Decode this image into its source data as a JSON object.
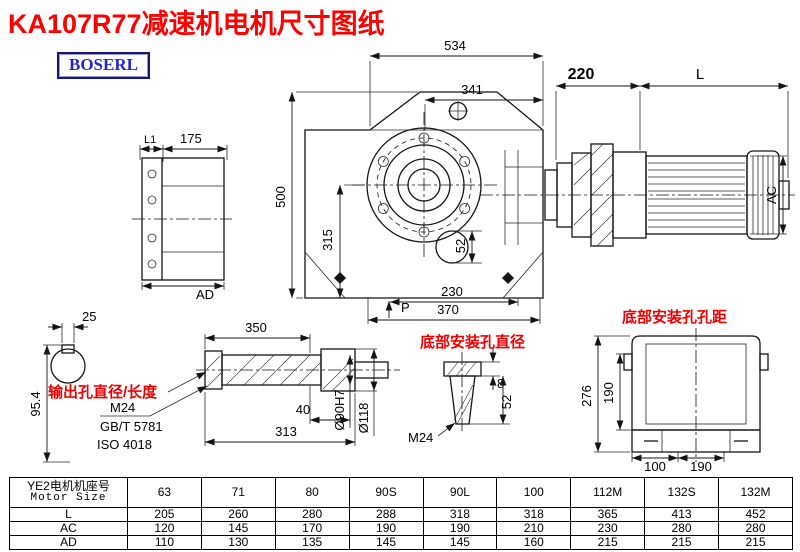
{
  "title": "KA107R77减速机电机尺寸图纸",
  "brand": {
    "logo_text": "BOSERL"
  },
  "colors": {
    "title_red": "#ff0000",
    "label_red": "#ee0000",
    "logo_blue": "#2525c8",
    "line": "#141414"
  },
  "main_view": {
    "dim_total_width": "534",
    "dim_flange_offset": "341",
    "dim_adapter_length": "220",
    "dim_motor_length": "L",
    "dim_height": "500",
    "dim_center_height": "315",
    "dim_inner": "52",
    "dim_foot_width": "230",
    "dim_base_width": "370",
    "label_p": "P",
    "dim_motor_dia": "AC"
  },
  "left_view": {
    "dim_l1": "L1",
    "dim_175": "175",
    "dim_ad": "AD"
  },
  "shaft_section": {
    "dim_key_width": "25",
    "dim_across": "95.4"
  },
  "output_shaft": {
    "label_output": "输出孔直径/长度",
    "label_thread": "M24",
    "label_gb": "GB/T 5781",
    "label_iso": "ISO 4018",
    "dim_length": "350",
    "dim_step": "40",
    "dim_313": "313",
    "dim_bore": "Ø90H7",
    "dim_hub": "Ø118"
  },
  "bottom_hole": {
    "label": "底部安装孔直径",
    "label_thread": "M24",
    "dim_8": "8",
    "dim_52": "52"
  },
  "rear_view": {
    "label": "底部安装孔孔距",
    "dim_276": "276",
    "dim_190v": "190",
    "dim_100": "100",
    "dim_190h": "190"
  },
  "table": {
    "header_cn": "YE2电机机座号",
    "header_en": "Motor Size",
    "sizes": [
      "63",
      "71",
      "80",
      "90S",
      "90L",
      "100",
      "112M",
      "132S",
      "132M"
    ],
    "rows": [
      {
        "label": "L",
        "values": [
          "205",
          "260",
          "280",
          "288",
          "318",
          "318",
          "365",
          "413",
          "452"
        ]
      },
      {
        "label": "AC",
        "values": [
          "120",
          "145",
          "170",
          "190",
          "190",
          "210",
          "230",
          "280",
          "280"
        ]
      },
      {
        "label": "AD",
        "values": [
          "110",
          "130",
          "135",
          "145",
          "145",
          "160",
          "215",
          "215",
          "215"
        ]
      }
    ]
  }
}
